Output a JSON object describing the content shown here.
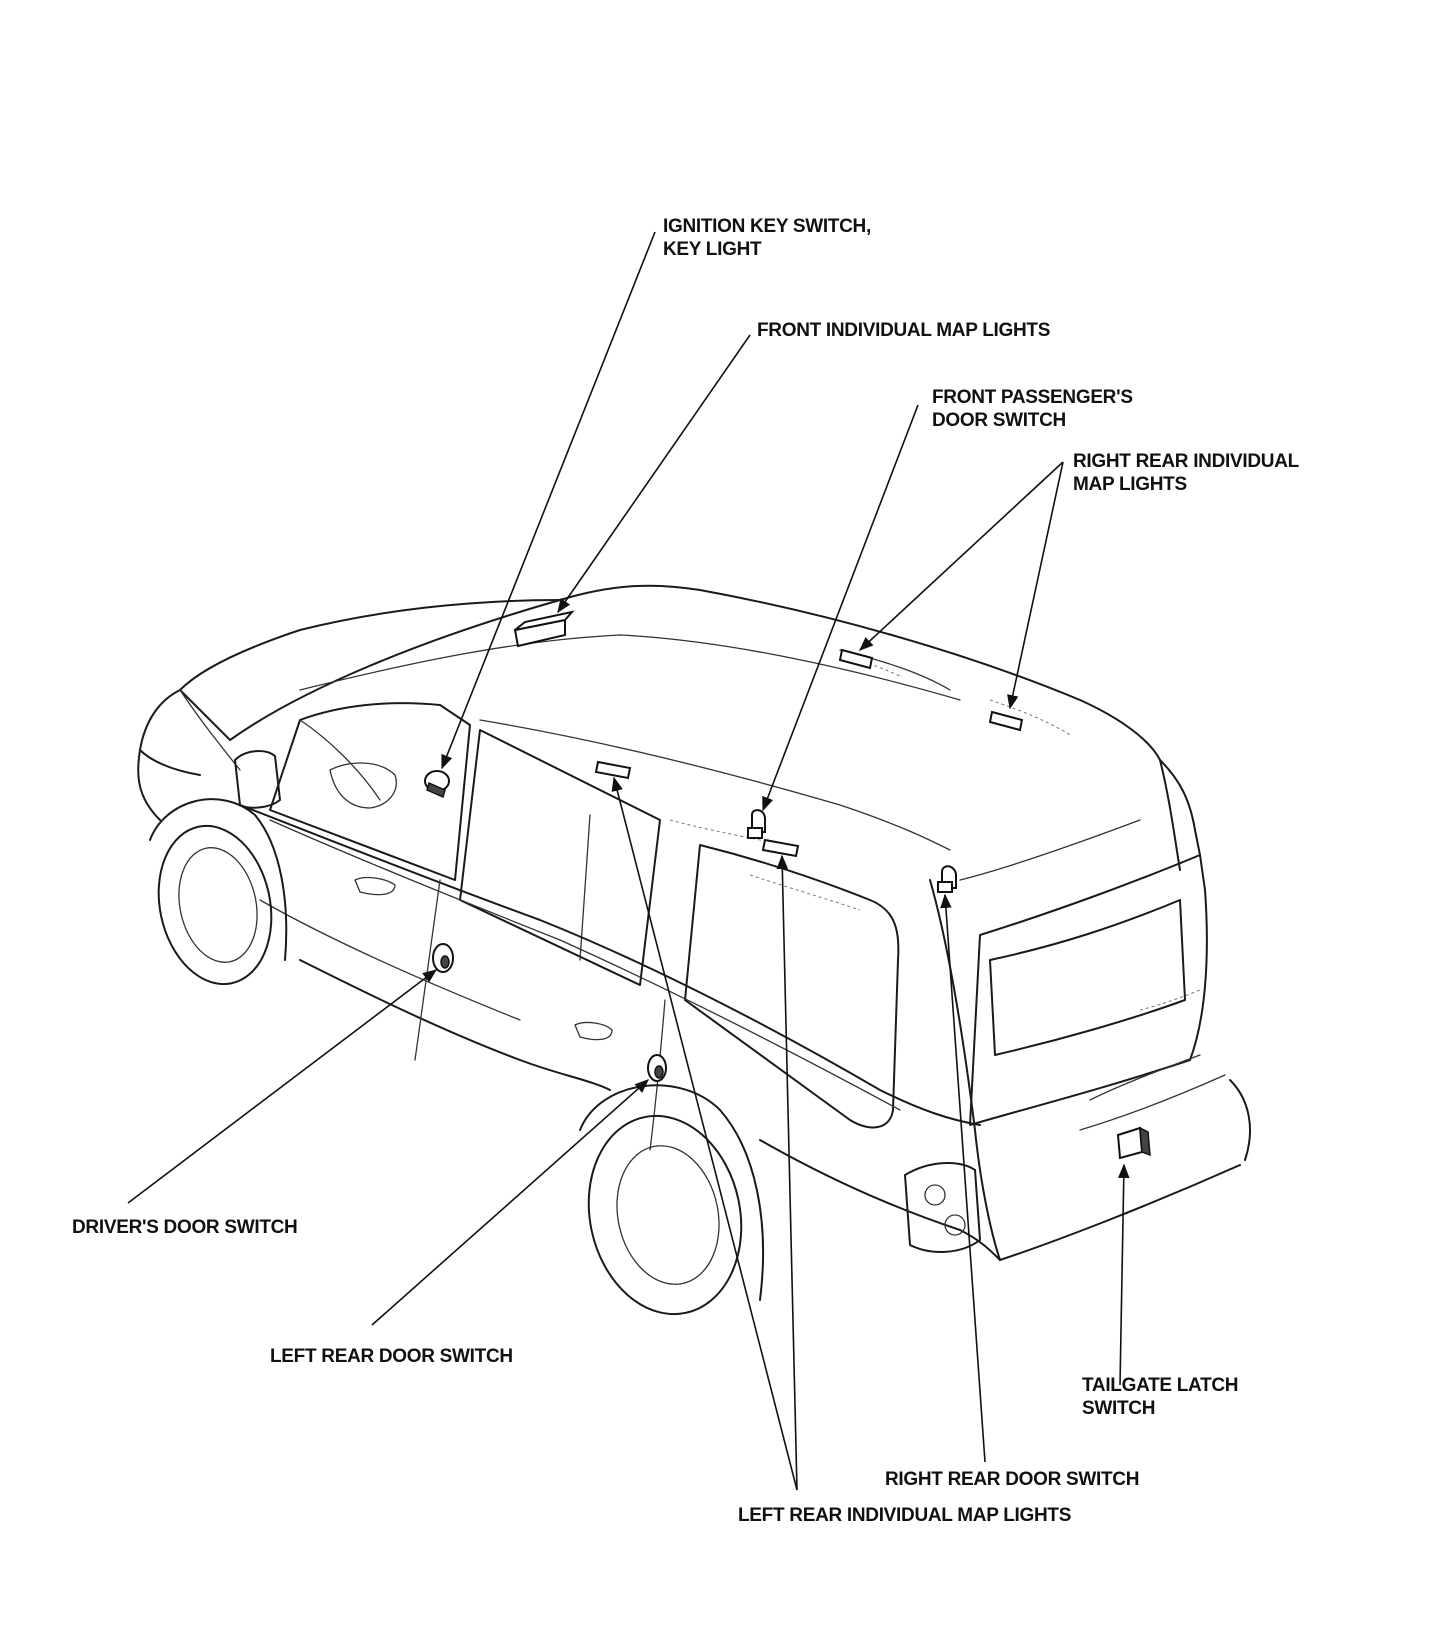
{
  "labels": {
    "ignition_line1": "IGNITION KEY SWITCH,",
    "ignition_line2": "KEY LIGHT",
    "front_map": "FRONT INDIVIDUAL MAP LIGHTS",
    "front_pass_line1": "FRONT PASSENGER'S",
    "front_pass_line2": "DOOR SWITCH",
    "right_rear_map_line1": "RIGHT REAR INDIVIDUAL",
    "right_rear_map_line2": "MAP LIGHTS",
    "driver_door": "DRIVER'S DOOR SWITCH",
    "left_rear_door": "LEFT REAR DOOR SWITCH",
    "tailgate_line1": "TAILGATE LATCH",
    "tailgate_line2": "SWITCH",
    "right_rear_door": "RIGHT REAR DOOR SWITCH",
    "left_rear_map": "LEFT REAR INDIVIDUAL MAP LIGHTS"
  }
}
